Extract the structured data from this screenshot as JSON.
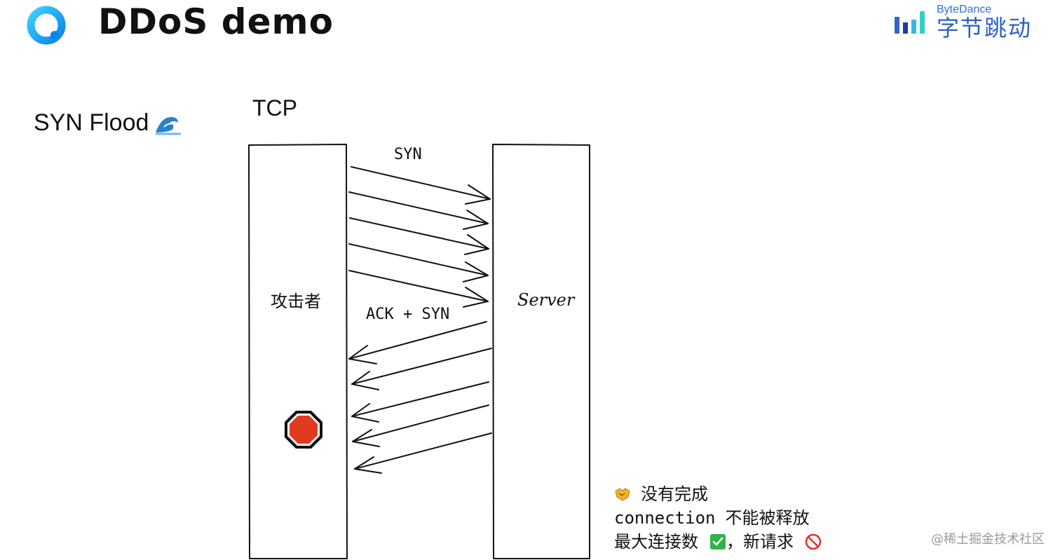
{
  "header": {
    "title": "DDoS demo",
    "brand_en": "ByteDance",
    "brand_cn": "字节跳动"
  },
  "diagram": {
    "topic": "SYN Flood",
    "protocol": "TCP",
    "attacker_label": "攻击者",
    "server_label": "Server",
    "syn_label": "SYN",
    "ack_label": "ACK + SYN"
  },
  "notes": {
    "line1": "没有完成",
    "line2_code": "connection",
    "line2_text": "不能被释放",
    "line3_a": "最大连接数",
    "line3_b": "，新请求"
  },
  "watermark": "@稀土掘金技术社区",
  "colors": {
    "logo_blue": "#1aa7f0",
    "brand_blue": "#2a5fc4",
    "stop_red": "#e23a1f",
    "check_green": "#2fb34a"
  },
  "icons": {
    "logo": "circle-logo-icon",
    "wave": "wave-icon",
    "stop": "stop-sign-icon",
    "handshake": "handshake-icon",
    "check": "check-mark-icon",
    "prohibited": "prohibited-icon"
  }
}
